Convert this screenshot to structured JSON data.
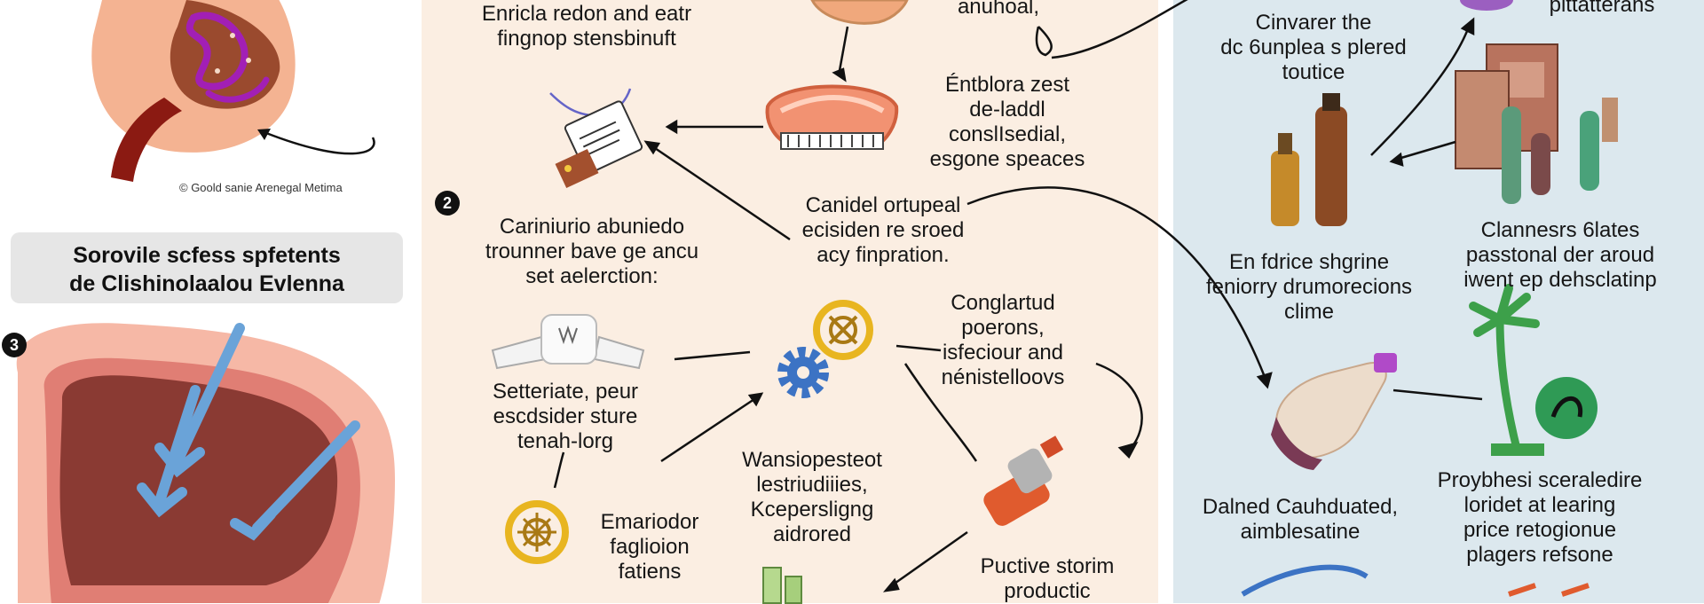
{
  "panel1": {
    "copyright": "© Goold sanie Arenegal Metima",
    "banner_line1": "Sorovile scfess spfetents",
    "banner_line2": "de Clishinolaalou Evlenna",
    "step3": "3"
  },
  "panel2": {
    "step2": "2",
    "label_top_left": [
      "Enricla redon and eatr",
      "fingnop stensbinuft"
    ],
    "label_top_mid": "anuhoal,",
    "label_mid_right": [
      "Éntblora zest",
      "de-laddl",
      "conslIsedial,",
      "esgone speaces"
    ],
    "label_carin": [
      "Cariniurio abuniedo",
      "trounner bave ge ancu",
      "set aelerction:"
    ],
    "label_canidel": [
      "Canidel ortupeal",
      "ecisiden re sroed",
      "acy finpration."
    ],
    "label_congl": [
      "Conglartud",
      "poerons,",
      "isfeciour and",
      "nénistelloovs"
    ],
    "label_setter": [
      "Setteriate, peur",
      "escdsider sture",
      "tenah-lorg"
    ],
    "label_wans": [
      "Wansiopesteot",
      "lestriudiiies,",
      "Kcepersligng",
      "aidrored"
    ],
    "label_emar": [
      "Emariodor",
      "faglioion",
      "fatiens"
    ],
    "label_puct": [
      "Puctive storim",
      "productic"
    ]
  },
  "panel3": {
    "label_top_right": "pittatterans",
    "label_cinv": [
      "Cinvarer the",
      "dc 6unplea s plered",
      "toutice"
    ],
    "label_clann": [
      "Clannesrs 6lates",
      "passtonal der aroud",
      "iwent ep dehsclatinp"
    ],
    "label_enfd": [
      "En fdrice shgrine",
      "feniorry drumorecions",
      "clime"
    ],
    "label_dain": [
      "Dalned Cauhduated,",
      "aimblesatine"
    ],
    "label_proyb": [
      "Proybhesi sceraledire",
      "loridet at learing",
      "price retogionue",
      "plagers refsone"
    ]
  },
  "colors": {
    "panel2_bg": "#fbeee2",
    "panel3_bg": "#dce8ee",
    "organ_pink": "#f4b6a2",
    "organ_dark": "#8c3a2e",
    "arrow_blue": "#6aa3d8",
    "gear_blue": "#3c73c4",
    "gear_gold": "#e8b520"
  }
}
